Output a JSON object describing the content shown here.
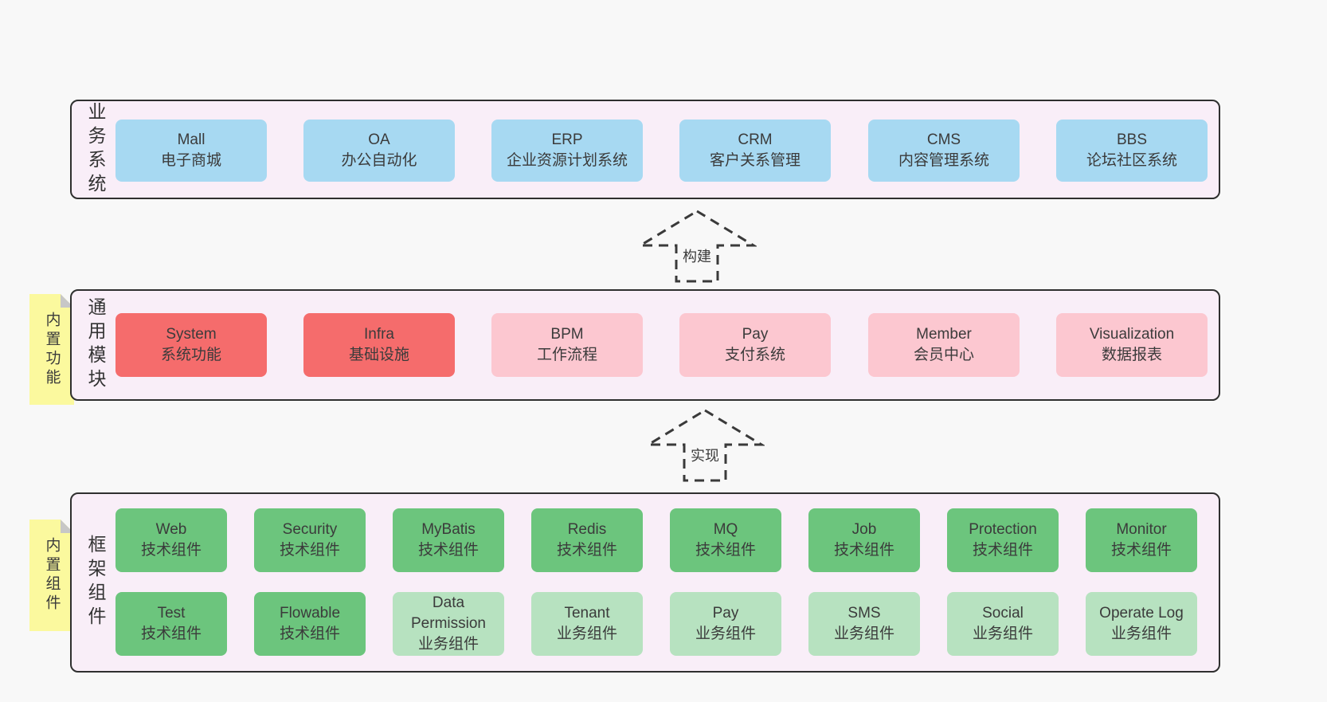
{
  "bands": [
    {
      "label": "业务系统",
      "boxes": [
        {
          "title": "Mall",
          "subtitle": "电子商城"
        },
        {
          "title": "OA",
          "subtitle": "办公自动化"
        },
        {
          "title": "ERP",
          "subtitle": "企业资源计划系统"
        },
        {
          "title": "CRM",
          "subtitle": "客户关系管理"
        },
        {
          "title": "CMS",
          "subtitle": "内容管理系统"
        },
        {
          "title": "BBS",
          "subtitle": "论坛社区系统"
        }
      ]
    },
    {
      "label": "通用模块",
      "sticky": "内置功能",
      "boxes": [
        {
          "title": "System",
          "subtitle": "系统功能"
        },
        {
          "title": "Infra",
          "subtitle": "基础设施"
        },
        {
          "title": "BPM",
          "subtitle": "工作流程"
        },
        {
          "title": "Pay",
          "subtitle": "支付系统"
        },
        {
          "title": "Member",
          "subtitle": "会员中心"
        },
        {
          "title": "Visualization",
          "subtitle": "数据报表"
        }
      ]
    },
    {
      "label": "框架组件",
      "sticky": "内置组件",
      "rows": [
        [
          {
            "title": "Web",
            "subtitle": "技术组件"
          },
          {
            "title": "Security",
            "subtitle": "技术组件"
          },
          {
            "title": "MyBatis",
            "subtitle": "技术组件"
          },
          {
            "title": "Redis",
            "subtitle": "技术组件"
          },
          {
            "title": "MQ",
            "subtitle": "技术组件"
          },
          {
            "title": "Job",
            "subtitle": "技术组件"
          },
          {
            "title": "Protection",
            "subtitle": "技术组件"
          },
          {
            "title": "Monitor",
            "subtitle": "技术组件"
          }
        ],
        [
          {
            "title": "Test",
            "subtitle": "技术组件"
          },
          {
            "title": "Flowable",
            "subtitle": "技术组件"
          },
          {
            "title": "Data Permission",
            "subtitle": "业务组件"
          },
          {
            "title": "Tenant",
            "subtitle": "业务组件"
          },
          {
            "title": "Pay",
            "subtitle": "业务组件"
          },
          {
            "title": "SMS",
            "subtitle": "业务组件"
          },
          {
            "title": "Social",
            "subtitle": "业务组件"
          },
          {
            "title": "Operate Log",
            "subtitle": "业务组件"
          }
        ]
      ]
    }
  ],
  "arrows": [
    {
      "label": "构建"
    },
    {
      "label": "实现"
    }
  ],
  "colors": {
    "page_bg": "#f8f8f8",
    "band_bg": "#f9eef8",
    "band_border": "#2f2f2f",
    "business_box": "#a7d9f2",
    "core_module_box": "#f56c6c",
    "optional_module_box": "#fcc7d0",
    "tech_component_box": "#6cc57d",
    "biz_component_box": "#b7e2c0",
    "sticky_note": "#fbf99e",
    "text": "#3b3b3b"
  }
}
